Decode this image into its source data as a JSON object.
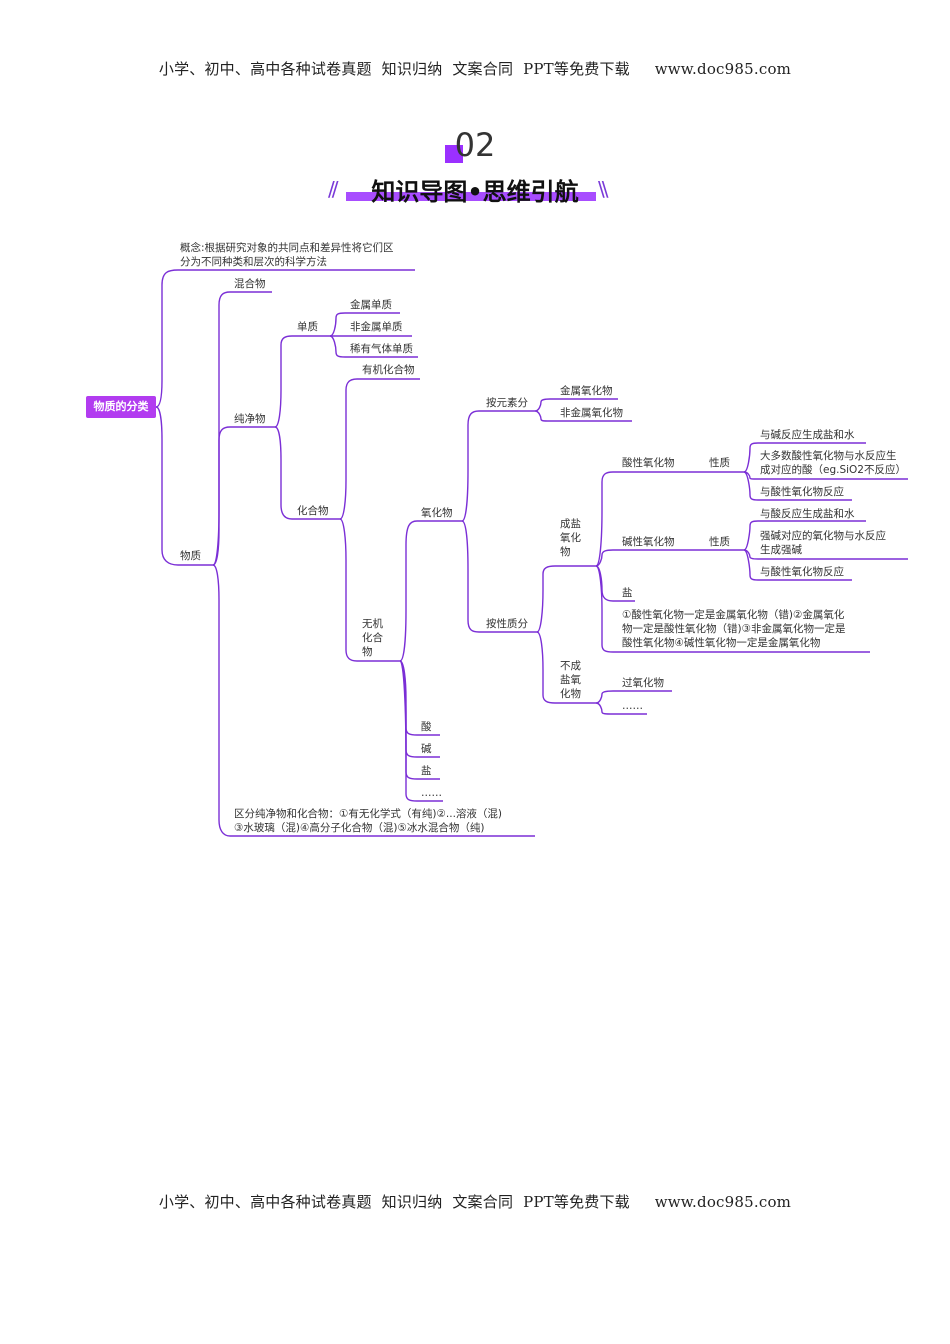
{
  "header_text": "小学、初中、高中各种试卷真题  知识归纳  文案合同  PPT等免费下载     www.doc985.com",
  "footer_text": "小学、初中、高中各种试卷真题  知识归纳  文案合同  PPT等免费下载     www.doc985.com",
  "section_number": "02",
  "section_title": "知识导图•思维引航",
  "mindmap": {
    "root": "物质的分类",
    "concept": [
      "概念:根据研究对象的共同点和差异性将它们区",
      "分为不同种类和层次的科学方法"
    ],
    "mixture": "混合物",
    "pure": "纯净物",
    "element": "单质",
    "metal_element": "金属单质",
    "nonmetal_element": "非金属单质",
    "noble_gas": "稀有气体单质",
    "organic": "有机化合物",
    "compound": "化合物",
    "substance": "物质",
    "inorganic": [
      "无机",
      "化合",
      "物"
    ],
    "oxide": "氧化物",
    "by_element": "按元素分",
    "metal_oxide": "金属氧化物",
    "nonmetal_oxide": "非金属氧化物",
    "by_property": "按性质分",
    "salt_forming": [
      "成盐",
      "氧化",
      "物"
    ],
    "acidic_oxide": "酸性氧化物",
    "property_1": "性质",
    "acid_p1": "与碱反应生成盐和水",
    "acid_p2": [
      "大多数酸性氧化物与水反应生",
      "成对应的酸（eg.SiO2不反应）"
    ],
    "acid_p3": "与酸性氧化物反应",
    "basic_oxide": "碱性氧化物",
    "property_2": "性质",
    "basic_p1": "与酸反应生成盐和水",
    "basic_p2": [
      "强碱对应的氧化物与水反应",
      "生成强碱"
    ],
    "basic_p3": "与酸性氧化物反应",
    "salt_node": "盐",
    "notes": [
      "①酸性氧化物一定是金属氧化物（错)②金属氧化",
      "物一定是酸性氧化物（错)③非金属氧化物一定是",
      "酸性氧化物④碱性氧化物一定是金属氧化物"
    ],
    "non_salt_forming": [
      "不成",
      "盐氧",
      "化物"
    ],
    "peroxide": "过氧化物",
    "ellipsis_1": "……",
    "acid": "酸",
    "base": "碱",
    "salt": "盐",
    "ellipsis_2": "……",
    "distinguish": [
      "区分纯净物和化合物：①有无化学式（有纯)②...溶液（混)",
      "③水玻璃（混)④高分子化合物（混)⑤冰水混合物（纯)"
    ]
  },
  "colors": {
    "accent": "#b23cf0",
    "line": "#7b2fd6",
    "banner": "#a84dff"
  }
}
